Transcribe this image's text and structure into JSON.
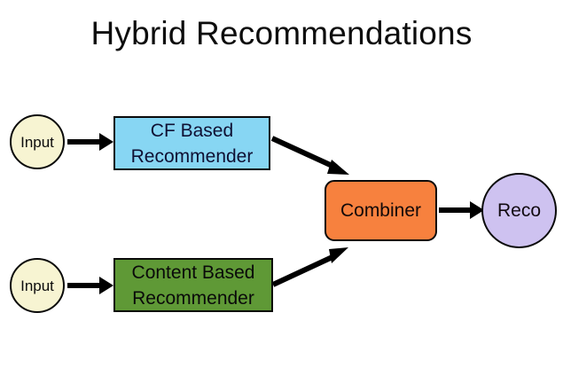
{
  "diagram": {
    "title": "Hybrid Recommendations",
    "background_color": "#ffffff",
    "nodes": [
      {
        "id": "input-top",
        "label": "Input",
        "shape": "ellipse",
        "fill": "#f7f4d2",
        "stroke": "#0a0a0a",
        "text_color": "#0d0d0d"
      },
      {
        "id": "cf-recommender",
        "label": "CF Based Recommender",
        "line1": "CF Based",
        "line2": "Recommender",
        "shape": "rectangle",
        "fill": "#87d6f3",
        "stroke": "#0a0a0a",
        "text_color": "#0f1033"
      },
      {
        "id": "input-bottom",
        "label": "Input",
        "shape": "ellipse",
        "fill": "#f7f4d2",
        "stroke": "#0a0a0a",
        "text_color": "#0d0d0d"
      },
      {
        "id": "content-recommender",
        "label": "Content Based Recommender",
        "line1": "Content Based",
        "line2": "Recommender",
        "shape": "rectangle",
        "fill": "#5f9936",
        "stroke": "#0a0a0a",
        "text_color": "#0a0a0a"
      },
      {
        "id": "combiner",
        "label": "Combiner",
        "shape": "rounded-rectangle",
        "fill": "#f7813e",
        "stroke": "#0a0a0a",
        "text_color": "#120909"
      },
      {
        "id": "reco",
        "label": "Reco",
        "shape": "ellipse",
        "fill": "#cec2f0",
        "stroke": "#0a0a0a",
        "text_color": "#110a10"
      }
    ],
    "edges": [
      {
        "id": "edge-input-top-to-cf",
        "from": "input-top",
        "to": "cf-recommender",
        "style": "solid-arrow",
        "color": "#000000"
      },
      {
        "id": "edge-cf-to-combiner",
        "from": "cf-recommender",
        "to": "combiner",
        "style": "solid-arrow",
        "color": "#000000"
      },
      {
        "id": "edge-input-bottom-to-content",
        "from": "input-bottom",
        "to": "content-recommender",
        "style": "solid-arrow",
        "color": "#000000"
      },
      {
        "id": "edge-content-to-combiner",
        "from": "content-recommender",
        "to": "combiner",
        "style": "solid-arrow",
        "color": "#000000"
      },
      {
        "id": "edge-combiner-to-reco",
        "from": "combiner",
        "to": "reco",
        "style": "solid-arrow",
        "color": "#000000"
      }
    ]
  }
}
